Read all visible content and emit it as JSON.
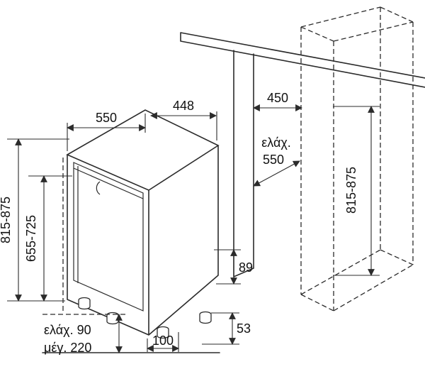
{
  "diagram": {
    "description": "built-in dishwasher niche installation drawing"
  },
  "labels": {
    "depth_top": "550",
    "width_top": "448",
    "niche_width": "450",
    "niche_depth_prefix": "ελάχ.",
    "niche_depth_value": "550",
    "appliance_height": "815-875",
    "door_height": "655-725",
    "niche_height": "815-875",
    "base_side_height": "89",
    "rear_offset": "53",
    "front_foot_offset": "100",
    "plinth_min": "ελάχ. 90",
    "plinth_max": "μέγ. 220"
  },
  "colors": {
    "line": "#2b2b2b",
    "text": "#111111",
    "background": "#ffffff"
  }
}
